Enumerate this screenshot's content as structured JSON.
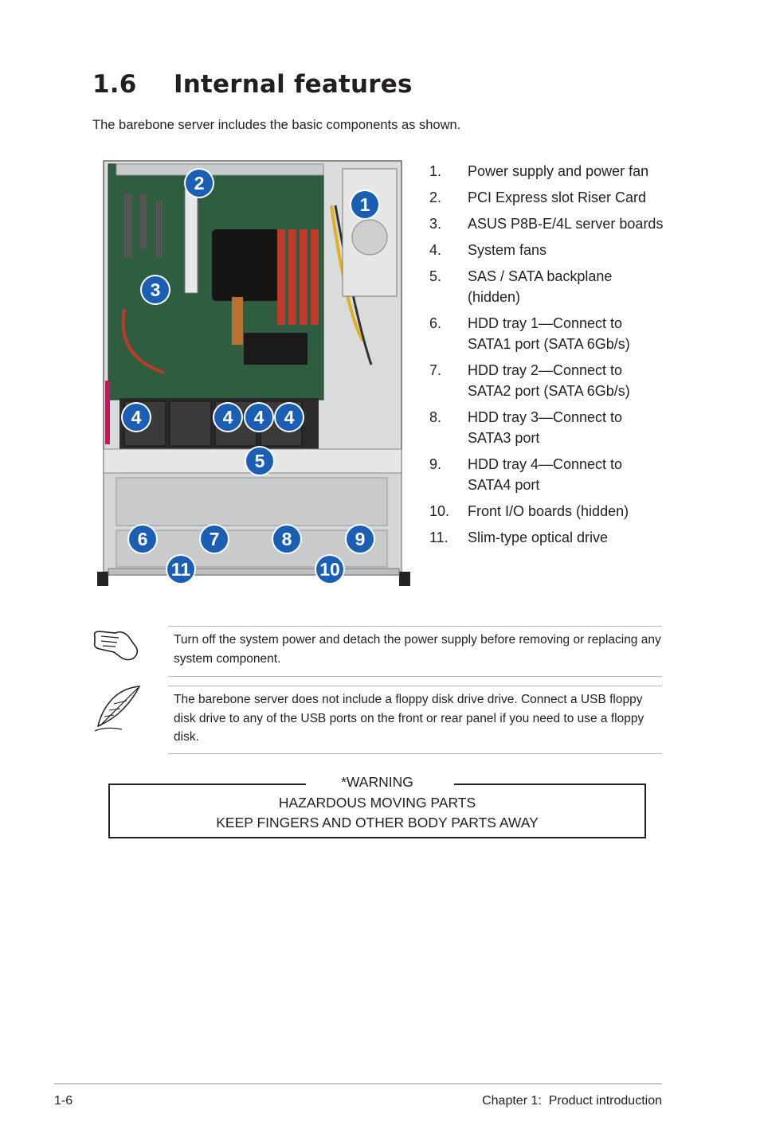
{
  "section": {
    "number": "1.6",
    "title": "Internal features"
  },
  "intro": "The barebone server includes the basic components as shown.",
  "figure": {
    "callouts": [
      {
        "label": "1",
        "name": "callout-1"
      },
      {
        "label": "2",
        "name": "callout-2"
      },
      {
        "label": "3",
        "name": "callout-3"
      },
      {
        "label": "4",
        "name": "callout-4a"
      },
      {
        "label": "4",
        "name": "callout-4b"
      },
      {
        "label": "4",
        "name": "callout-4c"
      },
      {
        "label": "4",
        "name": "callout-4d"
      },
      {
        "label": "5",
        "name": "callout-5"
      },
      {
        "label": "6",
        "name": "callout-6"
      },
      {
        "label": "7",
        "name": "callout-7"
      },
      {
        "label": "8",
        "name": "callout-8"
      },
      {
        "label": "9",
        "name": "callout-9"
      },
      {
        "label": "11",
        "name": "callout-11"
      },
      {
        "label": "10",
        "name": "callout-10"
      }
    ]
  },
  "legend": [
    {
      "num": "1.",
      "text": "Power supply and power fan"
    },
    {
      "num": "2.",
      "text": "PCI Express slot Riser Card"
    },
    {
      "num": "3.",
      "text": "ASUS P8B-E/4L server boards"
    },
    {
      "num": "4.",
      "text": "System fans"
    },
    {
      "num": "5.",
      "text": "SAS / SATA backplane (hidden)"
    },
    {
      "num": "6.",
      "text": "HDD tray 1—Connect to SATA1 port (SATA 6Gb/s)"
    },
    {
      "num": "7.",
      "text": "HDD tray 2—Connect to SATA2 port (SATA 6Gb/s)"
    },
    {
      "num": "8.",
      "text": "HDD tray 3—Connect to SATA3 port"
    },
    {
      "num": "9.",
      "text": "HDD tray 4—Connect to SATA4 port"
    },
    {
      "num": "10.",
      "text": "Front I/O boards (hidden)"
    },
    {
      "num": "11.",
      "text": "Slim-type optical drive"
    }
  ],
  "notes": {
    "warning_text": "Turn off the system power and detach the power supply before removing or replacing any system component.",
    "note_text": "The barebone server does not include a floppy disk drive drive. Connect a USB floppy disk drive to any of the USB ports on the front or rear panel if you need to use a floppy disk.",
    "warning_icon": "hand-icon",
    "note_icon": "quill-icon"
  },
  "hazard": {
    "line1": "*WARNING",
    "line2": "HAZARDOUS MOVING PARTS",
    "line3": "KEEP FINGERS AND OTHER BODY PARTS AWAY"
  },
  "footer": {
    "page": "1-6",
    "chapter": "Chapter 1:  Product introduction"
  },
  "colors": {
    "callout": "#1a5fb4",
    "text": "#231f20"
  }
}
